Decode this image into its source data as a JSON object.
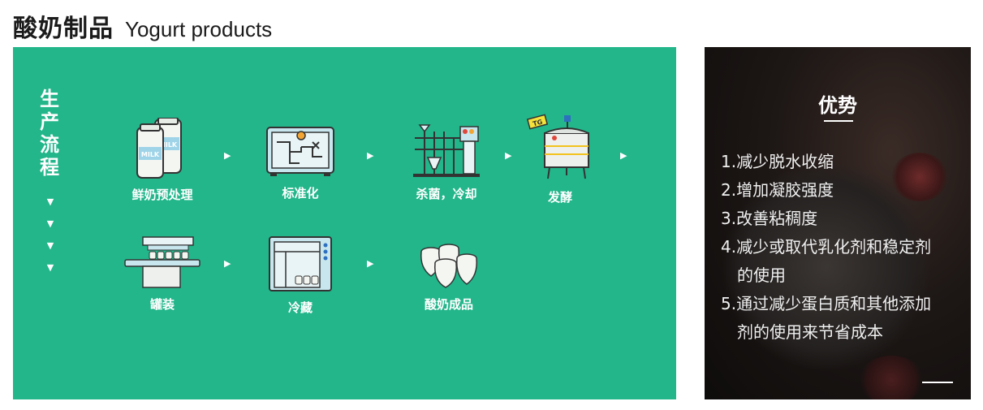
{
  "header": {
    "title_zh": "酸奶制品",
    "title_en": "Yogurt products"
  },
  "process": {
    "vertical_label": "生产流程",
    "steps": [
      {
        "label": "鲜奶预处理",
        "icon": "milk-bottles-icon"
      },
      {
        "label": "标准化",
        "icon": "standardization-machine-icon"
      },
      {
        "label": "杀菌，冷却",
        "icon": "sterilization-pipes-icon"
      },
      {
        "label": "发酵",
        "icon": "fermentation-tank-icon"
      },
      {
        "label": "罐装",
        "icon": "filling-machine-icon"
      },
      {
        "label": "冷藏",
        "icon": "refrigerator-icon"
      },
      {
        "label": "酸奶成品",
        "icon": "yogurt-jars-icon"
      }
    ],
    "bottle_text": "MILK",
    "tank_tag": "TG",
    "accent_color": "#22b68a"
  },
  "advantages": {
    "title": "优势",
    "items": [
      {
        "line1": "1.减少脱水收缩",
        "line2": ""
      },
      {
        "line1": "2.增加凝胶强度",
        "line2": ""
      },
      {
        "line1": "3.改善粘稠度",
        "line2": ""
      },
      {
        "line1": "4.减少或取代乳化剂和稳定剂",
        "line2": "的使用"
      },
      {
        "line1": "5.通过减少蛋白质和其他添加",
        "line2": "剂的使用来节省成本"
      }
    ]
  }
}
